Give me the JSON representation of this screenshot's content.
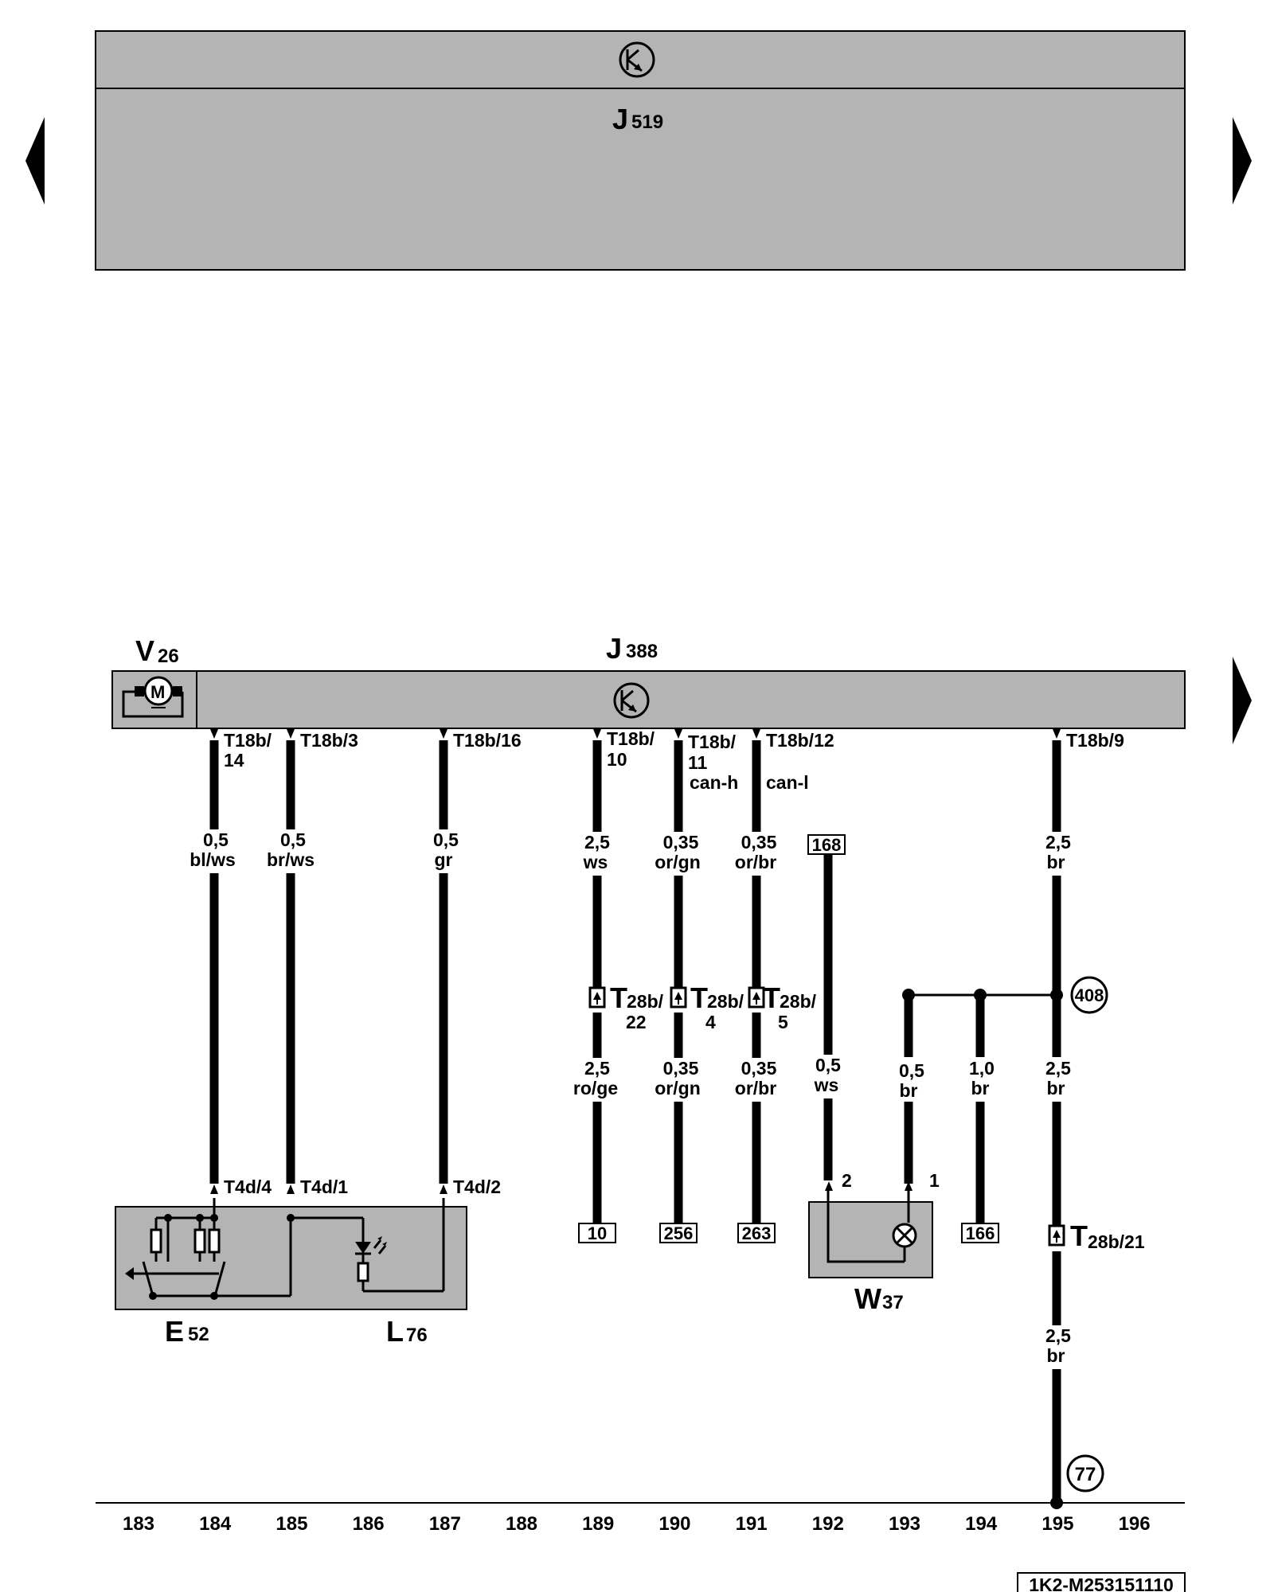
{
  "nav": {
    "prev_label": "",
    "next_label": "",
    "next_section_label": ""
  },
  "j519": {
    "letter": "J",
    "number": "519"
  },
  "j388": {
    "letter": "J",
    "number": "388"
  },
  "v26": {
    "letter": "V",
    "number": "26",
    "motor_symbol": "M"
  },
  "e52": {
    "letter": "E",
    "number": "52"
  },
  "l76": {
    "letter": "L",
    "number": "76"
  },
  "w37": {
    "letter": "W",
    "number": "37"
  },
  "t28b_21": {
    "letter": "T",
    "sub": "28b/21"
  },
  "pins": {
    "t18b14_a": "T18b/",
    "t18b14_b": "14",
    "t18b3": "T18b/3",
    "t18b16": "T18b/16",
    "t18b10_a": "T18b/",
    "t18b10_b": "10",
    "t18b11_a": "T18b/",
    "t18b11_b": "11",
    "t18b12": "T18b/12",
    "t18b9": "T18b/9",
    "t4d4": "T4d/4",
    "t4d1": "T4d/1",
    "t4d2": "T4d/2",
    "w37_pin2": "2",
    "w37_pin1": "1"
  },
  "can": {
    "high": "can-h",
    "low": "can-l"
  },
  "wires": {
    "w184_size": "0,5",
    "w184_color": "bl/ws",
    "w185_size": "0,5",
    "w185_color": "br/ws",
    "w187_size": "0,5",
    "w187_color": "gr",
    "w189a_size": "2,5",
    "w189a_color": "ws",
    "w190a_size": "0,35",
    "w190a_color": "or/gn",
    "w191a_size": "0,35",
    "w191a_color": "or/br",
    "w195a_size": "2,5",
    "w195a_color": "br",
    "w189b_size": "2,5",
    "w189b_color": "ro/ge",
    "w190b_size": "0,35",
    "w190b_color": "or/gn",
    "w191b_size": "0,35",
    "w191b_color": "or/br",
    "w192_size": "0,5",
    "w192_color": "ws",
    "w193_size": "0,5",
    "w193_color": "br",
    "w194_size": "1,0",
    "w194_color": "br",
    "w195b_size": "2,5",
    "w195b_color": "br",
    "w195c_size": "2,5",
    "w195c_color": "br"
  },
  "t28b": {
    "c22_letter": "T",
    "c22_a": "28b/",
    "c22_b": "22",
    "c4_letter": "T",
    "c4_a": "28b/",
    "c4_b": "4",
    "c5_letter": "T",
    "c5_a": "28b/",
    "c5_b": "5"
  },
  "refs": {
    "r168": "168",
    "r10": "10",
    "r256": "256",
    "r263": "263",
    "r166": "166",
    "g408": "408",
    "g77": "77"
  },
  "grid_numbers": [
    "183",
    "184",
    "185",
    "186",
    "187",
    "188",
    "189",
    "190",
    "191",
    "192",
    "193",
    "194",
    "195",
    "196"
  ],
  "doc_code": "1K2-M253151110",
  "colors": {
    "housing": "#b4b4b4",
    "line": "#000000",
    "background": "#ffffff"
  }
}
